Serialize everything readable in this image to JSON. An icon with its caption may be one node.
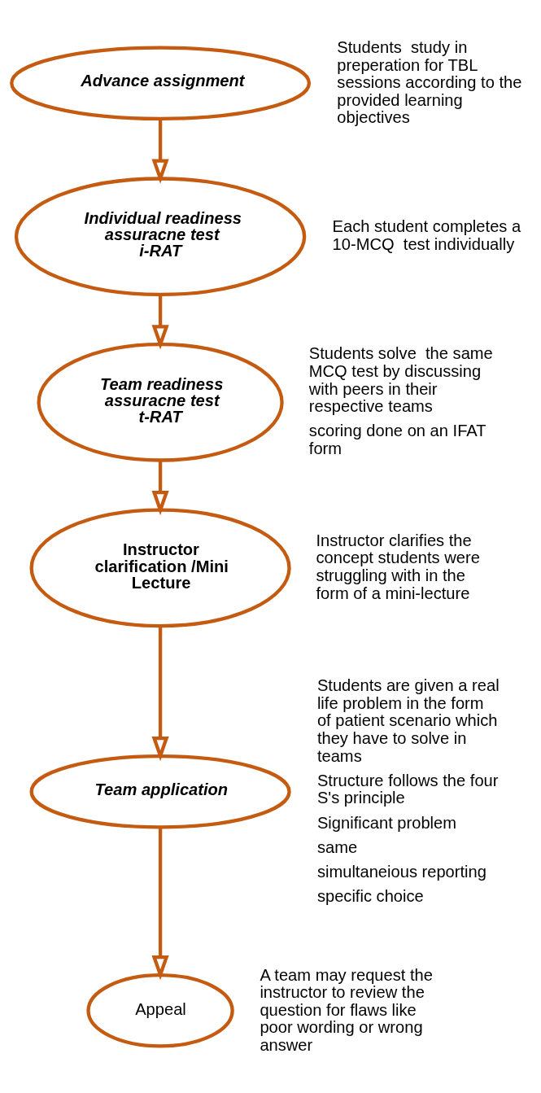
{
  "diagram": {
    "nodes": [
      {
        "text": [
          "Advance assignment"
        ],
        "beside": [
          "Students  study in preperation for TBL sessions according to the provided learning objectives"
        ]
      },
      {
        "text": [
          "Individual readiness assuracne test",
          "i-RAT"
        ],
        "beside": [
          "Each student completes a 10-MCQ  test individually"
        ]
      },
      {
        "text": [
          "Team readiness assuracne test",
          "t-RAT"
        ],
        "beside": [
          "Students solve  the same MCQ test by discussing with peers in their respective teams",
          "scoring done on an IFAT form"
        ]
      },
      {
        "text": [
          "Instructor clarification /Mini Lecture"
        ],
        "beside": [
          "Instructor clarifies the concept students were struggling with in the form of a mini-lecture"
        ]
      },
      {
        "text": [
          "Team application"
        ],
        "beside": [
          "Students are given a real life problem in the form of patient scenario which they have to solve in teams",
          "Structure follows the four S's principle",
          "Significant problem",
          "same",
          "simultaneious reporting",
          "specific choice"
        ]
      },
      {
        "text": [
          "Appeal"
        ],
        "beside": [
          "A team may request the instructor to review the question for flaws like poor wording or wrong answer"
        ]
      }
    ],
    "edges": [
      {
        "from": 0,
        "to": 1,
        "arrow": "to"
      },
      {
        "from": 1,
        "to": 2,
        "arrow": "to"
      },
      {
        "from": 2,
        "to": 3,
        "arrow": "to"
      },
      {
        "from": 3,
        "to": 4,
        "arrow": "to"
      },
      {
        "from": 4,
        "to": 5,
        "arrow": "to"
      }
    ]
  }
}
